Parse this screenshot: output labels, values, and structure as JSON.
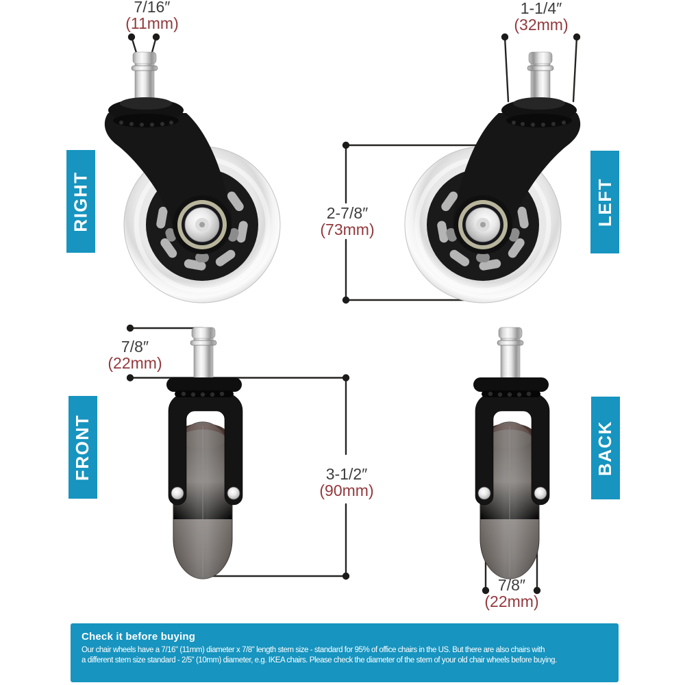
{
  "colors": {
    "accent_blue": "#1794bf",
    "inch_text": "#3e3c3c",
    "mm_text": "#93383c",
    "line": "#262422"
  },
  "view_labels": {
    "right": "RIGHT",
    "left": "LEFT",
    "front": "FRONT",
    "back": "BACK"
  },
  "dimensions": {
    "stem_diameter": {
      "inch": "7/16″",
      "mm": "(11mm)"
    },
    "mount_diameter": {
      "inch": "1-1/4″",
      "mm": "(32mm)"
    },
    "wheel_diameter": {
      "inch": "2-7/8″",
      "mm": "(73mm)"
    },
    "stem_length": {
      "inch": "7/8″",
      "mm": "(22mm)"
    },
    "overall_height": {
      "inch": "3-1/2″",
      "mm": "(90mm)"
    },
    "wheel_width": {
      "inch": "7/8″",
      "mm": "(22mm)"
    }
  },
  "info_box": {
    "title": "Check it before buying",
    "body_line1": "Our chair wheels have a 7/16\" (11mm) diameter x 7/8\" length stem size - standard for 95% of office chairs in the US. But there are also chairs with",
    "body_line2": "a different  stem size standard - 2/5\" (10mm) diameter, e.g. IKEA chairs. Please check the diameter of the stem of your old chair wheels before buying."
  }
}
